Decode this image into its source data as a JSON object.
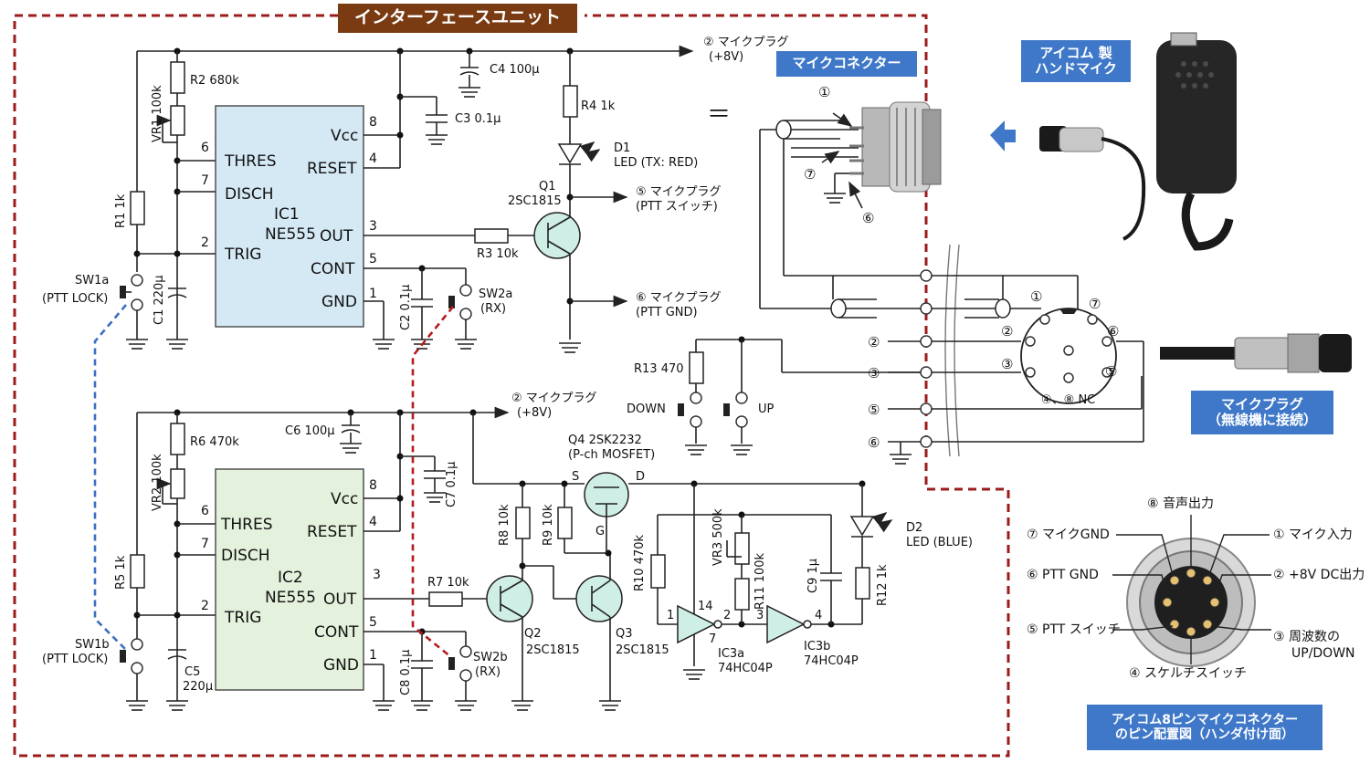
{
  "title": "インターフェースユニット",
  "labels": {
    "mic_connector": "マイクコネクター",
    "handmic_l1": "アイコム 製",
    "handmic_l2": "ハンドマイク",
    "mic_plug_l1": "マイクプラグ",
    "mic_plug_l2": "（無線機に接続）",
    "pin_title_l1": "アイコム8ピンマイクコネクター",
    "pin_title_l2": "のピン配置図（ハンダ付け面）"
  },
  "ic1": {
    "name": "IC1",
    "type": "NE555",
    "thres": "THRES",
    "disch": "DISCH",
    "trig": "TRIG",
    "vcc": "Vcc",
    "reset": "RESET",
    "out": "OUT",
    "cont": "CONT",
    "gnd": "GND",
    "p6": "6",
    "p7": "7",
    "p2": "2",
    "p8": "8",
    "p4": "4",
    "p3": "3",
    "p5": "5",
    "p1": "1"
  },
  "ic2": {
    "name": "IC2",
    "type": "NE555",
    "thres": "THRES",
    "disch": "DISCH",
    "trig": "TRIG",
    "vcc": "Vcc",
    "reset": "RESET",
    "out": "OUT",
    "cont": "CONT",
    "gnd": "GND",
    "p6": "6",
    "p7": "7",
    "p2": "2",
    "p8": "8",
    "p4": "4",
    "p3": "3",
    "p5": "5",
    "p1": "1"
  },
  "parts": {
    "r2": "R2  680k",
    "vr1": "VR1 100k",
    "r1": "R1  1k",
    "c1": "C1  220μ",
    "sw1a": "SW1a",
    "sw1a_sub": "(PTT LOCK)",
    "c3": "C3  0.1μ",
    "c4": "C4  100μ",
    "r4": "R4  1k",
    "d1": "D1",
    "d1_sub": "LED (TX: RED)",
    "q1": "Q1",
    "q1_type": "2SC1815",
    "r3": "R3  10k",
    "c2": "C2  0.1μ",
    "sw2a": "SW2a",
    "sw2a_sub": "(RX)",
    "r6": "R6  470k",
    "vr2": "VR2 100k",
    "r5": "R5  1k",
    "c5": "C5",
    "c5_val": "220μ",
    "sw1b": "SW1b",
    "sw1b_sub": "(PTT LOCK)",
    "c6": "C6  100μ",
    "c7": "C7  0.1μ",
    "c8": "C8  0.1μ",
    "sw2b": "SW2b",
    "sw2b_sub": "(RX)",
    "r7": "R7  10k",
    "r8": "R8  10k",
    "r9": "R9  10k",
    "q2": "Q2",
    "q2_type": "2SC1815",
    "q3": "Q3",
    "q3_type": "2SC1815",
    "q4": "Q4  2SK2232",
    "q4_sub": "(P-ch MOSFET)",
    "q4_s": "S",
    "q4_d": "D",
    "q4_g": "G",
    "r10": "R10  470k",
    "vr3": "VR3  500k",
    "r11": "R11  100k",
    "c9": "C9  1μ",
    "d2": "D2",
    "d2_sub": "LED (BLUE)",
    "r12": "R12  1k",
    "ic3a": "IC3a",
    "ic3a_type": "74HC04P",
    "ic3b": "IC3b",
    "ic3b_type": "74HC04P",
    "ic3_p1": "1",
    "ic3_p14": "14",
    "ic3_p7": "7",
    "ic3_p2": "2",
    "ic3_p3": "3",
    "ic3_p4": "4",
    "r13": "R13   470",
    "down": "DOWN",
    "up": "UP",
    "plug8v_top": "② マイクプラグ",
    "plug8v_top_sub": "(+8V)",
    "plug_ptt": "⑤ マイクプラグ",
    "plug_ptt_sub": "(PTT スイッチ)",
    "plug_gnd": "⑥ マイクプラグ",
    "plug_gnd_sub": "(PTT GND)",
    "plug8v_bot": "② マイクプラグ",
    "plug8v_bot_sub": "(+8V)",
    "equals": "＝"
  },
  "connector_marks": {
    "m1": "①",
    "m7": "⑦",
    "m6": "⑥"
  },
  "plug_rows": [
    "②",
    "③",
    "⑤",
    "⑥"
  ],
  "plug_pins": {
    "p1": "①",
    "p7": "⑦",
    "p2": "②",
    "p6": "⑥",
    "p3": "③",
    "p5": "⑤",
    "p48": "④、⑧ NC"
  },
  "pinout": {
    "p8": "⑧ 音声出力",
    "p7": "⑦ マイクGND",
    "p1": "① マイク入力",
    "p6": "⑥ PTT GND",
    "p2": "② +8V DC出力",
    "p5": "⑤ PTT スイッチ",
    "p3_l1": "③ 周波数の",
    "p3_l2": "UP/DOWN",
    "p4": "④ スケルチスイッチ"
  },
  "colors": {
    "title_bg": "#7a3b12",
    "banner_blue": "#3f78c8",
    "boundary": "#9c1b1b",
    "sw1_link": "#3a6fc4",
    "sw2_link": "#b51c1c"
  }
}
